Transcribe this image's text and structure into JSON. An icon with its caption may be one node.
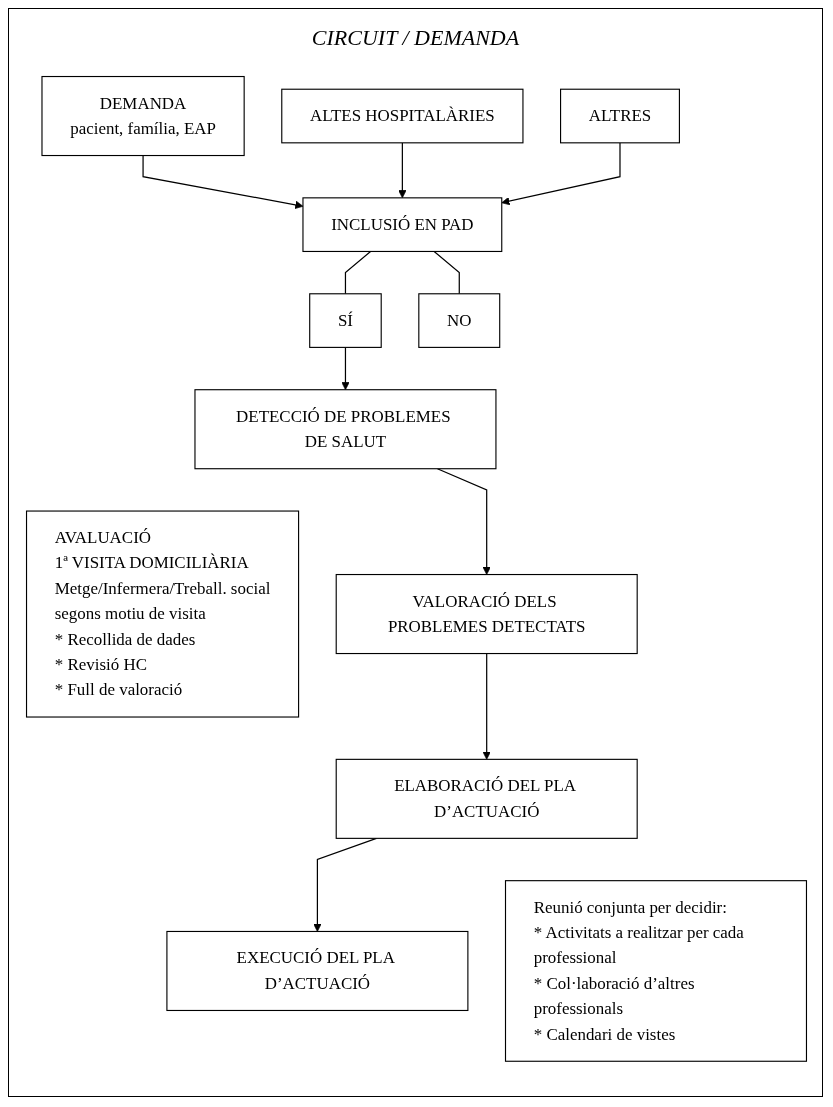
{
  "diagram": {
    "title": "CIRCUIT / DEMANDA",
    "nodes": [
      {
        "text": [
          "DEMANDA",
          "pacient, família, EAP"
        ]
      },
      {
        "text": [
          "ALTES HOSPITALÀRIES"
        ]
      },
      {
        "text": [
          "ALTRES"
        ]
      },
      {
        "text": [
          "INCLUSIÓ EN PAD"
        ]
      },
      {
        "text": [
          "SÍ"
        ]
      },
      {
        "text": [
          "NO"
        ]
      },
      {
        "text": [
          "DETECCIÓ DE PROBLEMES DE SALUT"
        ]
      },
      {
        "text": [
          "AVALUACIÓ",
          "1ª VISITA DOMICILIÀRIA",
          "Metge/Infermera/Treball. social",
          "segons motiu de visita",
          "* Recollida de dades",
          "* Revisió HC",
          "* Full de valoració"
        ]
      },
      {
        "text": [
          "VALORACIÓ DELS PROBLEMES DETECTATS"
        ]
      },
      {
        "text": [
          "ELABORACIÓ DEL PLA D’ACTUACIÓ"
        ]
      },
      {
        "text": [
          "Reunió conjunta per decidir:",
          "* Activitats a realitzar per cada professional",
          "* Col·laboració d’altres professionals",
          "* Calendari de vistes"
        ]
      },
      {
        "text": [
          "EXECUCIÓ DEL PLA D’ACTUACIÓ"
        ]
      }
    ],
    "edges": [
      {
        "from": 0,
        "to": 3,
        "arrow": "to"
      },
      {
        "from": 1,
        "to": 3,
        "arrow": "to"
      },
      {
        "from": 2,
        "to": 3,
        "arrow": "to"
      },
      {
        "from": 3,
        "to": 4,
        "arrow": "none"
      },
      {
        "from": 3,
        "to": 5,
        "arrow": "none"
      },
      {
        "from": 4,
        "to": 6,
        "arrow": "to"
      },
      {
        "from": 6,
        "to": 8,
        "arrow": "to"
      },
      {
        "from": 8,
        "to": 9,
        "arrow": "to"
      },
      {
        "from": 9,
        "to": 11,
        "arrow": "to"
      }
    ]
  }
}
